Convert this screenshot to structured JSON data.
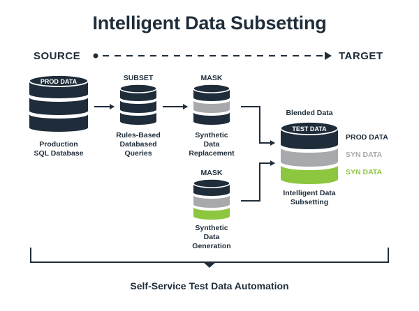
{
  "title": "Intelligent Data Subsetting",
  "source_label": "SOURCE",
  "target_label": "TARGET",
  "nodes": {
    "prod": {
      "cap": "PROD DATA",
      "label": [
        "Production",
        "SQL Database"
      ]
    },
    "subset": {
      "header": "SUBSET",
      "label": [
        "Rules-Based",
        "Databased",
        "Queries"
      ]
    },
    "mask_top": {
      "header": "MASK",
      "label": [
        "Synthetic",
        "Data",
        "Replacement"
      ]
    },
    "mask_bottom": {
      "header": "MASK",
      "label": [
        "Synthetic",
        "Data",
        "Generation"
      ]
    },
    "target": {
      "header": "Blended Data",
      "cap": "TEST DATA",
      "label": [
        "Intelligent Data",
        "Subsetting"
      ]
    }
  },
  "legend": {
    "prod": "PROD DATA",
    "syn_gray": "SYN DATA",
    "syn_green": "SYN DATA"
  },
  "footer": "Self-Service Test Data Automation",
  "colors": {
    "navy": "#1f2d3a",
    "gray": "#a7a9ac",
    "green": "#8dc63f"
  }
}
